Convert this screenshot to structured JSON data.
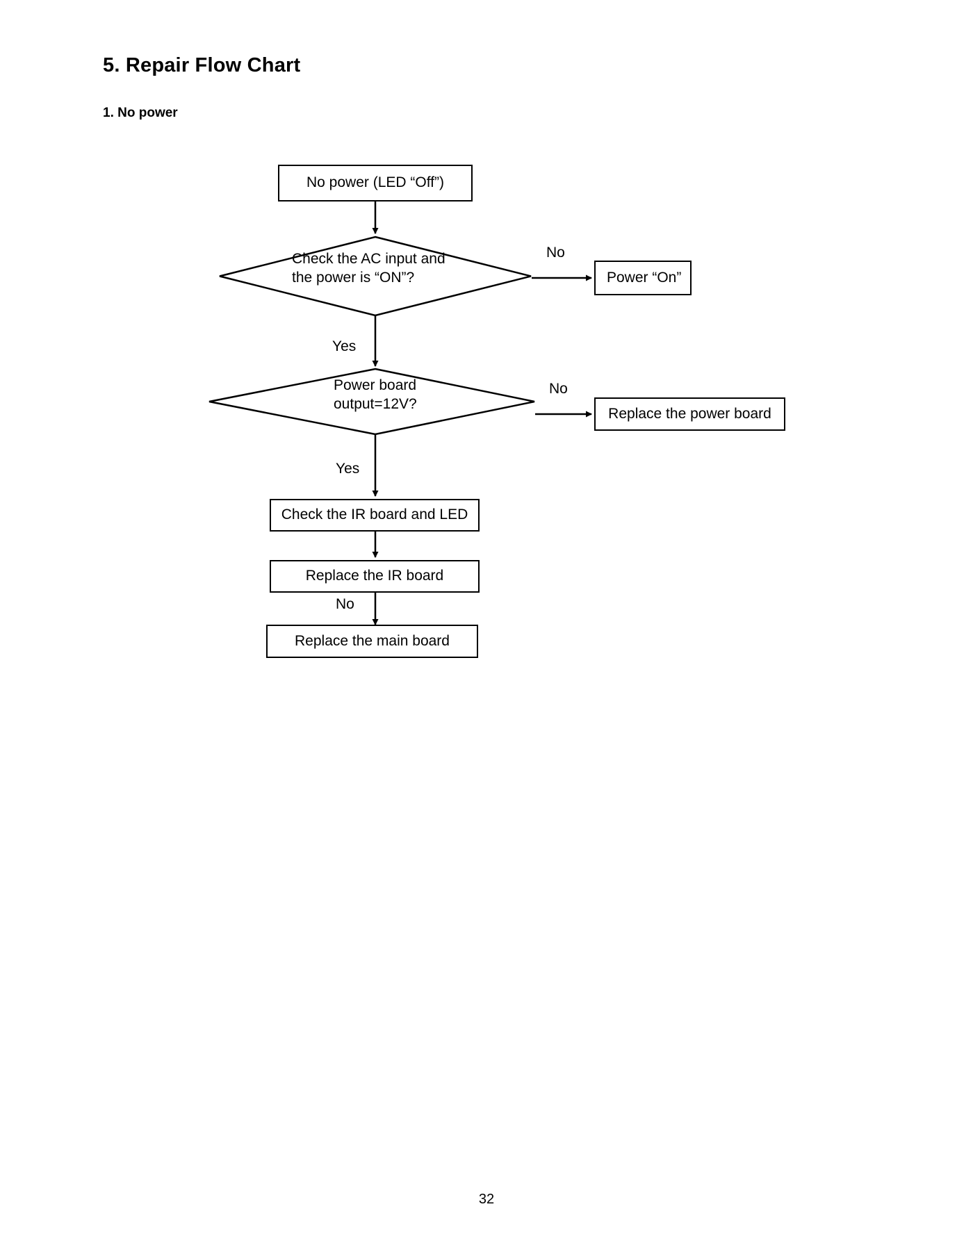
{
  "document": {
    "title": "5. Repair Flow Chart",
    "subtitle": "1. No power",
    "page_number": "32"
  },
  "chart_data": {
    "type": "diagram",
    "diagram_kind": "flowchart",
    "title": "1. No power",
    "orientation": "top-to-bottom",
    "nodes": [
      {
        "id": "n1",
        "shape": "process",
        "text": "No power (LED “Off”)"
      },
      {
        "id": "d1",
        "shape": "decision",
        "text_line1": "Check the AC input and",
        "text_line2": "the power is “ON”?"
      },
      {
        "id": "n2",
        "shape": "process",
        "text": "Power “On”"
      },
      {
        "id": "d2",
        "shape": "decision",
        "text_line1": "Power board",
        "text_line2": "output=12V?"
      },
      {
        "id": "n3",
        "shape": "process",
        "text": "Replace the power board"
      },
      {
        "id": "n4",
        "shape": "process",
        "text": "Check the IR board and LED"
      },
      {
        "id": "n5",
        "shape": "process",
        "text": "Replace the IR board"
      },
      {
        "id": "n6",
        "shape": "process",
        "text": "Replace the main board"
      }
    ],
    "edges": [
      {
        "from": "n1",
        "to": "d1",
        "label": ""
      },
      {
        "from": "d1",
        "to": "n2",
        "label": "No"
      },
      {
        "from": "d1",
        "to": "d2",
        "label": "Yes"
      },
      {
        "from": "d2",
        "to": "n3",
        "label": "No"
      },
      {
        "from": "d2",
        "to": "n4",
        "label": "Yes"
      },
      {
        "from": "n4",
        "to": "n5",
        "label": ""
      },
      {
        "from": "n5",
        "to": "n6",
        "label": "No"
      }
    ],
    "labels": {
      "no_1": "No",
      "yes_1": "Yes",
      "no_2": "No",
      "yes_2": "Yes",
      "no_3": "No"
    },
    "colors": {
      "stroke": "#000000",
      "fill": "#ffffff",
      "text": "#000000"
    }
  }
}
